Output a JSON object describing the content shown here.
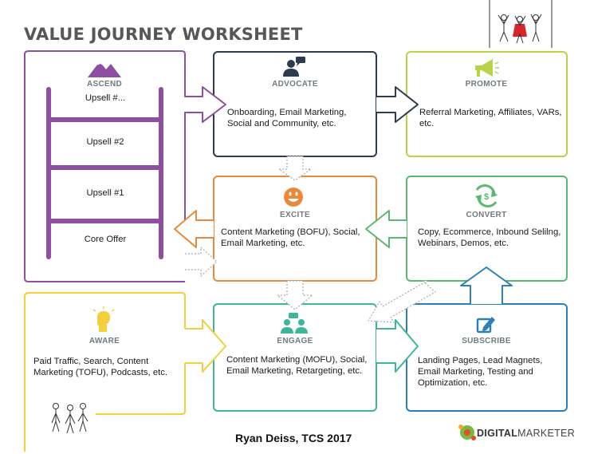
{
  "title": "VALUE JOURNEY WORKSHEET",
  "stages": {
    "ascend": {
      "title": "ASCEND",
      "icon": "mountain-icon"
    },
    "advocate": {
      "title": "ADVOCATE",
      "icon": "chat-person-icon",
      "text": [
        "Onboarding, Email Marketing,",
        "Social and Community, etc."
      ]
    },
    "promote": {
      "title": "PROMOTE",
      "icon": "megaphone-icon",
      "text": [
        "Referral Marketing, Affiliates, VARs,",
        "etc."
      ]
    },
    "excite": {
      "title": "EXCITE",
      "icon": "smiley-icon",
      "text": [
        "Content Marketing (BOFU), Social,",
        "Email Marketing, etc."
      ]
    },
    "convert": {
      "title": "CONVERT",
      "icon": "dollar-cycle-icon",
      "text": [
        "Copy, Ecommerce, Inbound Selilng,",
        "Webinars, Demos, etc."
      ]
    },
    "aware": {
      "title": "AWARE",
      "icon": "lightbulb-head-icon",
      "text": [
        "Paid Traffic, Search, Content",
        "Marketing (TOFU), Podcasts, etc."
      ]
    },
    "engage": {
      "title": "ENGAGE",
      "icon": "people-chat-icon",
      "text": [
        "Content Marketing (MOFU), Social,",
        "Email Marketing, Retargeting, etc."
      ]
    },
    "subscribe": {
      "title": "SUBSCRIBE",
      "icon": "edit-icon",
      "text": [
        "Landing Pages, Lead Magnets,",
        "Email Marketing, Testing and",
        "Optimization, etc."
      ]
    }
  },
  "ladder": [
    "Upsell #...",
    "Upsell #2",
    "Upsell #1",
    "Core Offer"
  ],
  "credit": "Ryan Deiss, TCS 2017",
  "brand": {
    "bold": "DIGITAL",
    "rest": "MARKETER"
  },
  "colors": {
    "ascend": "#8e4fa0",
    "advocate": "#2e3b4e",
    "promote": "#b6d445",
    "excite": "#e98a3a",
    "convert": "#5cb870",
    "aware": "#f2cf3c",
    "engage": "#3db69a",
    "subscribe": "#2d7fb8"
  }
}
